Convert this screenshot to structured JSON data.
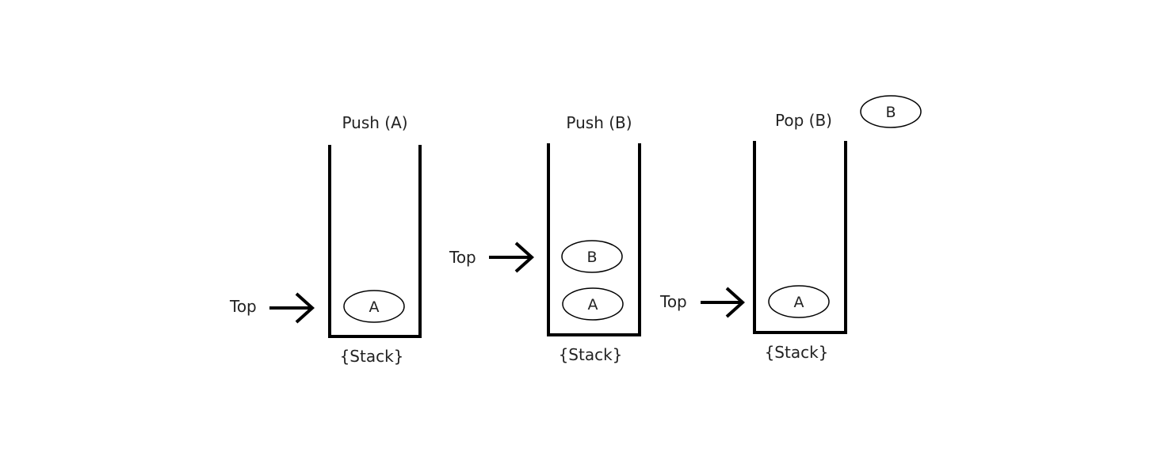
{
  "colors": {
    "stroke": "#000000",
    "text": "#222222",
    "background": "#ffffff"
  },
  "panels": [
    {
      "title": "Push (A)",
      "stack_label": "{Stack}",
      "items": [
        "A"
      ],
      "top_label": "Top"
    },
    {
      "title": "Push (B)",
      "stack_label": "{Stack}",
      "items": [
        "A",
        "B"
      ],
      "top_label": "Top"
    },
    {
      "title": "Pop (B)",
      "stack_label": "{Stack}",
      "items": [
        "A"
      ],
      "top_label": "Top",
      "popped_item": "B"
    }
  ]
}
